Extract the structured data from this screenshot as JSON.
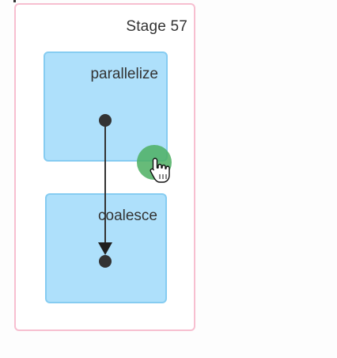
{
  "stage": {
    "title": "Stage 57"
  },
  "operations": [
    {
      "label": "parallelize"
    },
    {
      "label": "coalesce"
    }
  ],
  "colors": {
    "stage_border": "#f7bfd0",
    "op_fill": "#aee0fb",
    "op_border": "#86ccf1",
    "node": "#333333",
    "cursor_highlight": "#4caf62"
  },
  "cursor": {
    "icon": "hand-pointer-icon"
  }
}
